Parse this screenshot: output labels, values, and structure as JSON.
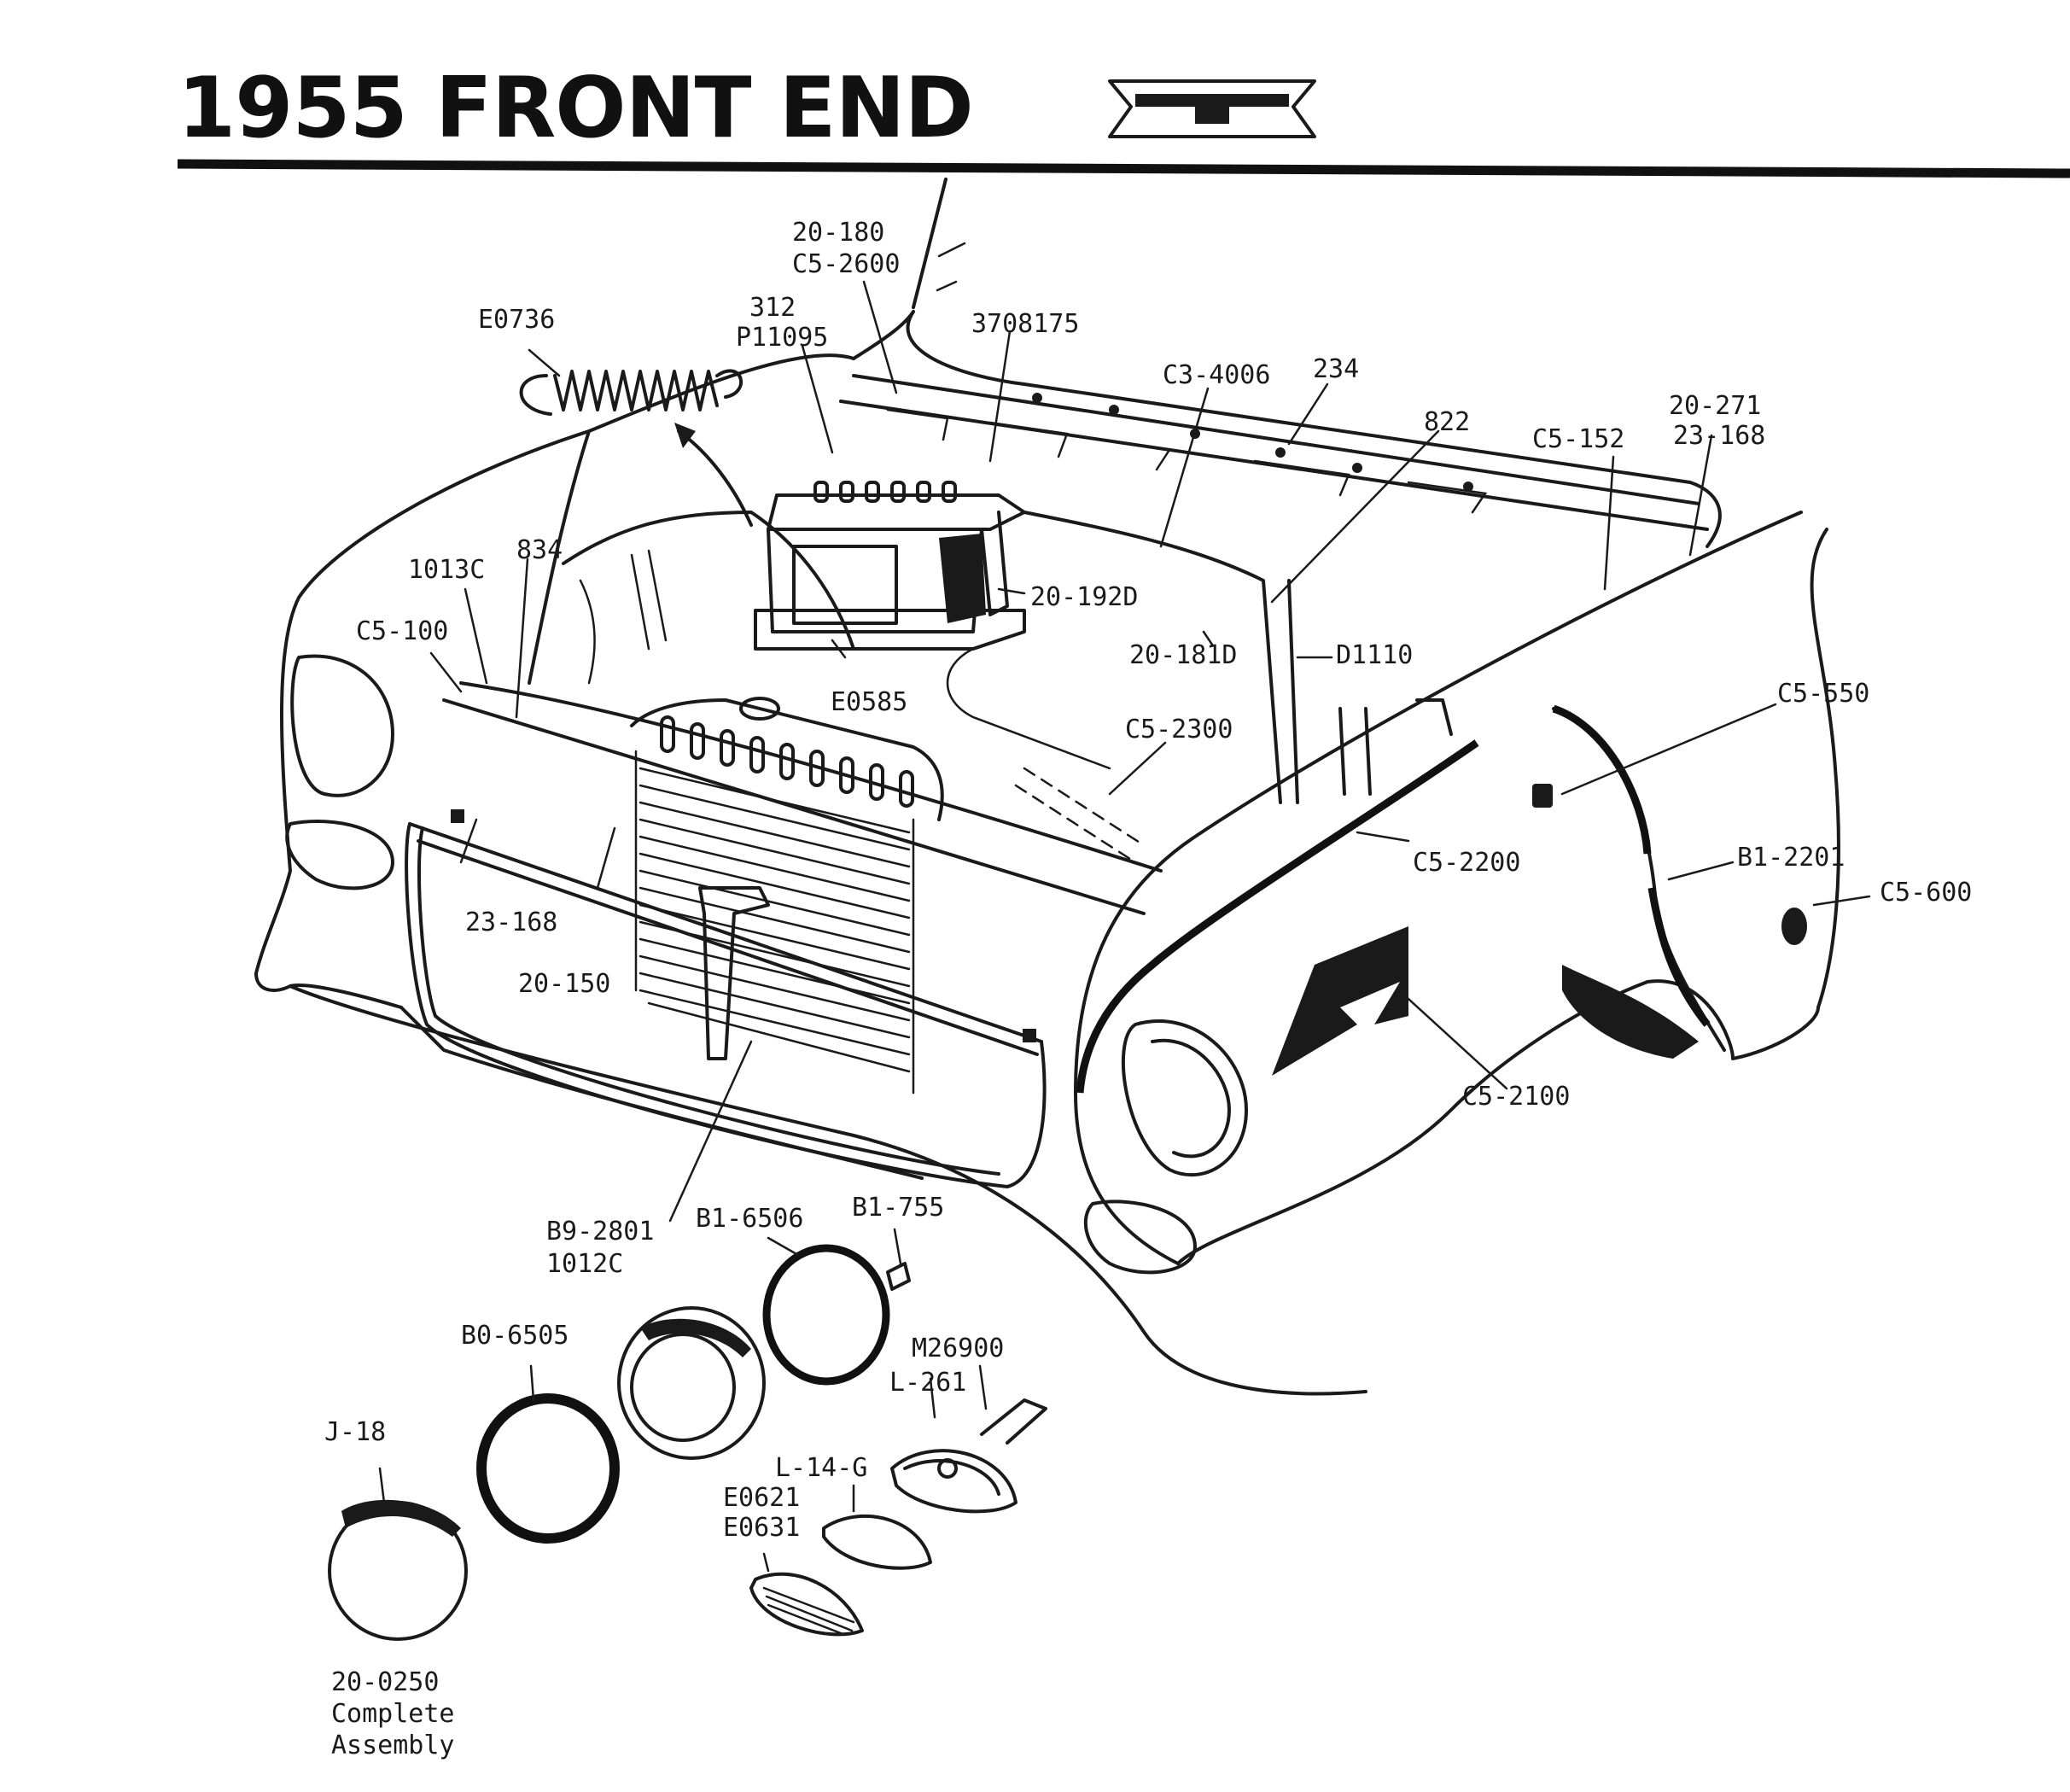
{
  "title": "1955 FRONT END",
  "emblem_icon": "chevrolet-bowtie-emblem-icon",
  "colors": {
    "ink": "#1a1a1a",
    "paper": "#ffffff"
  },
  "labels": {
    "p20_180": "20-180",
    "c5_2600": "C5-2600",
    "p312": "312",
    "p11095": "P11095",
    "e0736": "E0736",
    "p3708175": "3708175",
    "c3_4006": "C3-4006",
    "p234": "234",
    "p822": "822",
    "c5_152": "C5-152",
    "p20_271": "20-271",
    "p23_168_top": "23-168",
    "p1013c": "1013C",
    "p834": "834",
    "c5_100": "C5-100",
    "p20_192d": "20-192D",
    "p20_181d": "20-181D",
    "d1110": "D1110",
    "e0585": "E0585",
    "c5_2300": "C5-2300",
    "c5_550": "C5-550",
    "c5_2200": "C5-2200",
    "b1_2201": "B1-2201",
    "c5_600": "C5-600",
    "p23_168_left": "23-168",
    "p20_150": "20-150",
    "c5_2100": "C5-2100",
    "b9_2801": "B9-2801",
    "p1012c": "1012C",
    "b1_6506": "B1-6506",
    "b1_755": "B1-755",
    "b0_6505": "B0-6505",
    "m26900": "M26900",
    "l261": "L-261",
    "j18": "J-18",
    "l14g": "L-14-G",
    "e0621": "E0621",
    "e0631": "E0631",
    "p20_0250": "20-0250",
    "complete": "Complete",
    "assembly": "Assembly"
  }
}
